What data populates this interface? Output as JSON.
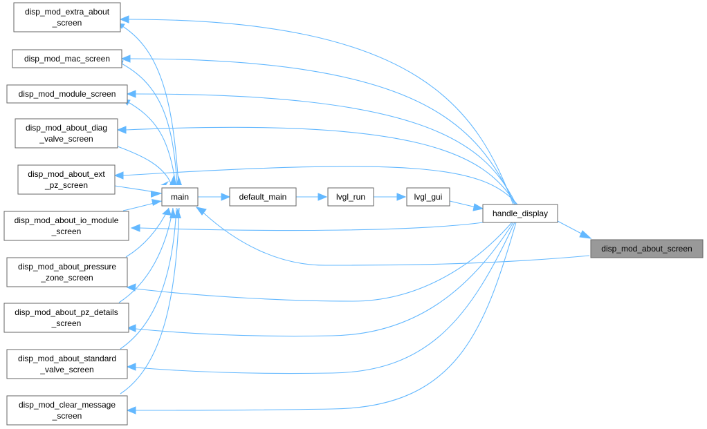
{
  "graph": {
    "colors": {
      "edge": "#63b8ff",
      "node_border": "#666666",
      "node_fill": "#ffffff",
      "highlight_fill": "#999999"
    },
    "nodes": [
      {
        "id": "extra_about",
        "lines": [
          "disp_mod_extra_about",
          "_screen"
        ]
      },
      {
        "id": "mac",
        "lines": [
          "disp_mod_mac_screen"
        ]
      },
      {
        "id": "module",
        "lines": [
          "disp_mod_module_screen"
        ]
      },
      {
        "id": "diag",
        "lines": [
          "disp_mod_about_diag",
          "_valve_screen"
        ]
      },
      {
        "id": "ext_pz",
        "lines": [
          "disp_mod_about_ext",
          "_pz_screen"
        ]
      },
      {
        "id": "io_module",
        "lines": [
          "disp_mod_about_io_module",
          "_screen"
        ]
      },
      {
        "id": "pressure",
        "lines": [
          "disp_mod_about_pressure",
          "_zone_screen"
        ]
      },
      {
        "id": "pz_details",
        "lines": [
          "disp_mod_about_pz_details",
          "_screen"
        ]
      },
      {
        "id": "standard",
        "lines": [
          "disp_mod_about_standard",
          "_valve_screen"
        ]
      },
      {
        "id": "clear_msg",
        "lines": [
          "disp_mod_clear_message",
          "_screen"
        ]
      },
      {
        "id": "main",
        "lines": [
          "main"
        ]
      },
      {
        "id": "default_main",
        "lines": [
          "default_main"
        ]
      },
      {
        "id": "lvgl_run",
        "lines": [
          "lvgl_run"
        ]
      },
      {
        "id": "lvgl_gui",
        "lines": [
          "lvgl_gui"
        ]
      },
      {
        "id": "handle_display",
        "lines": [
          "handle_display"
        ]
      },
      {
        "id": "about_screen",
        "lines": [
          "disp_mod_about_screen"
        ],
        "highlight": true
      }
    ]
  }
}
